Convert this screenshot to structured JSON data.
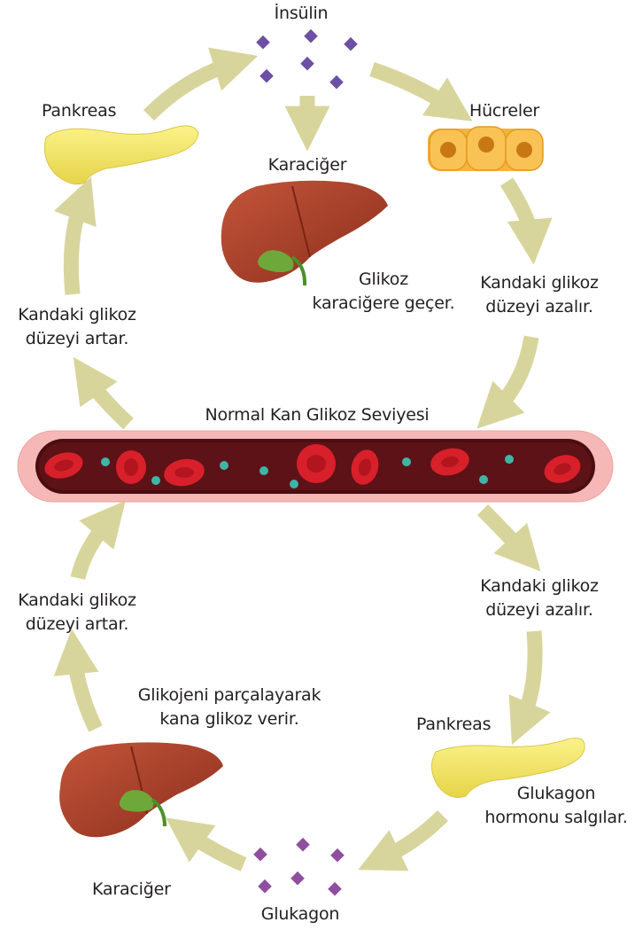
{
  "labels": {
    "insulin": "İnsülin",
    "pancreas_top": "Pankreas",
    "cells": "Hücreler",
    "liver_top": "Karaciğer",
    "glucose_to_liver_1": "Glikoz",
    "glucose_to_liver_2": "karaciğere geçer.",
    "decrease_top_1": "Kandaki glikoz",
    "decrease_top_2": "düzeyi azalır.",
    "increase_top_1": "Kandaki glikoz",
    "increase_top_2": "düzeyi artar.",
    "normal_level": "Normal Kan Glikoz Seviyesi",
    "decrease_bottom_1": "Kandaki glikoz",
    "decrease_bottom_2": "düzeyi azalır.",
    "increase_bottom_1": "Kandaki glikoz",
    "increase_bottom_2": "düzeyi artar.",
    "glycogen_1": "Glikojeni parçalayarak",
    "glycogen_2": "kana glikoz verir.",
    "pancreas_bottom": "Pankreas",
    "glucagon_secrete_1": "Glukagon",
    "glucagon_secrete_2": "hormonu salgılar.",
    "liver_bottom": "Karaciğer",
    "glucagon": "Glukagon"
  },
  "colors": {
    "arrow": "#d8d59c",
    "pancreas": "#f4e866",
    "liver": "#a8412a",
    "gallbladder": "#6fa83a",
    "cells": "#f6b43c",
    "insulin": "#6d4fa3",
    "glucagon": "#8e4f9e",
    "vessel_outer": "#f6b8b6",
    "vessel_inner": "#4a0e12",
    "blood_cell": "#d8202a",
    "glucose": "#3fb5a8"
  },
  "icons": [
    "insulin-molecule-icon",
    "glucagon-molecule-icon",
    "pancreas-icon",
    "liver-icon",
    "cells-icon",
    "red-blood-cell-icon",
    "glucose-molecule-icon"
  ]
}
